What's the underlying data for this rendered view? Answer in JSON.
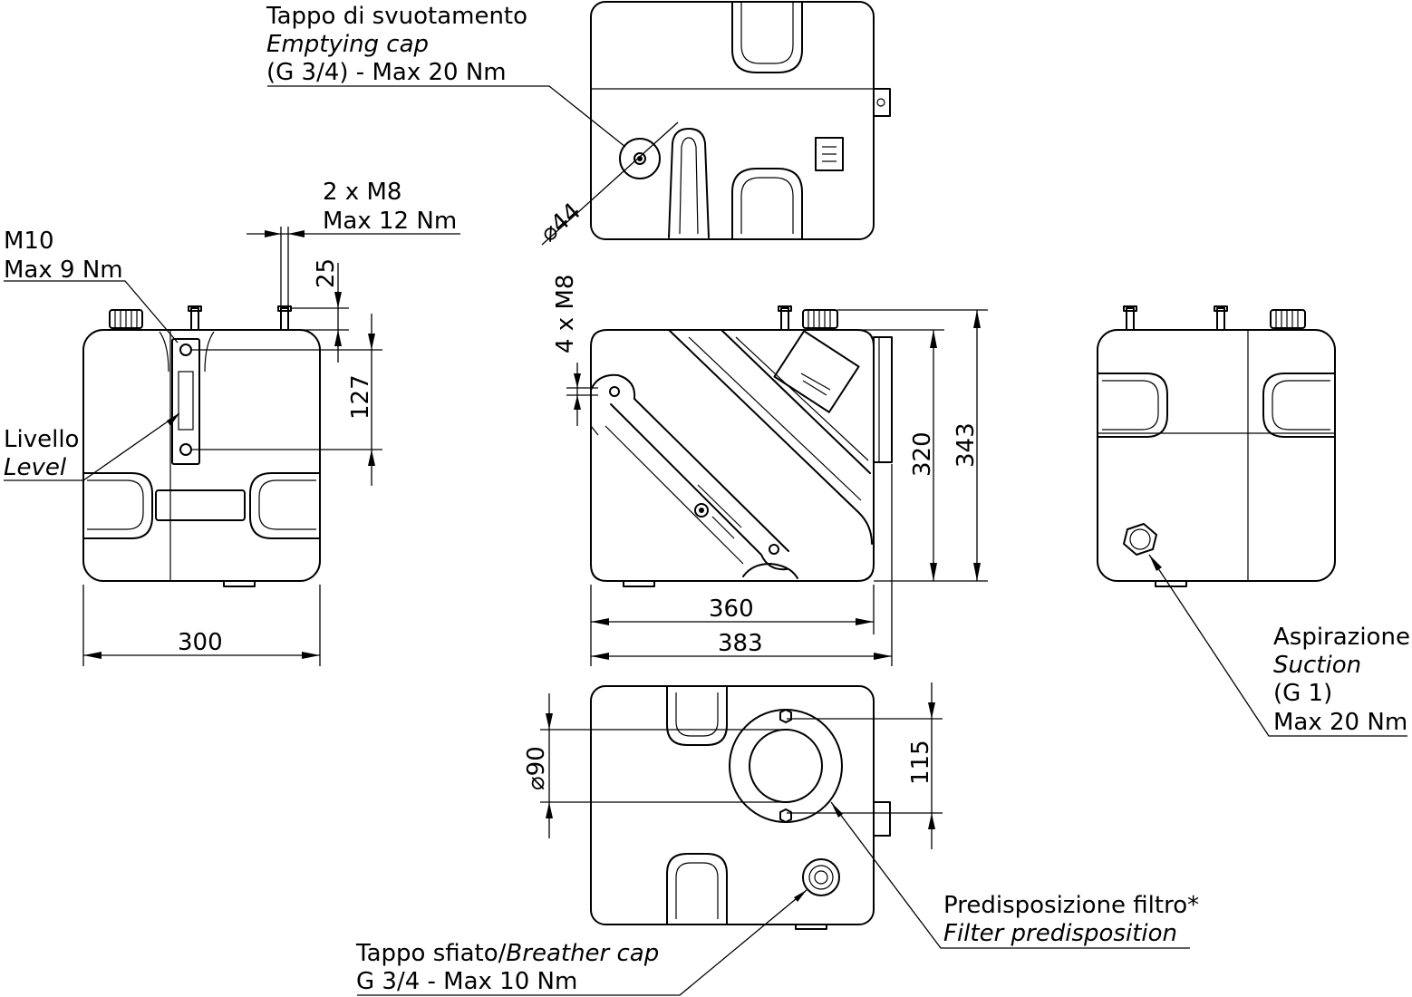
{
  "labels": {
    "emptying_cap": {
      "it": "Tappo di svuotamento",
      "en": "Emptying cap",
      "spec": "(G 3/4) - Max 20 Nm"
    },
    "m8_top": {
      "line1": "2 x M8",
      "line2": "Max 12 Nm"
    },
    "m10": {
      "line1": "M10",
      "line2": "Max 9 Nm"
    },
    "level": {
      "it": "Livello",
      "en": "Level"
    },
    "m8_side": "4 x M8",
    "suction": {
      "it": "Aspirazione",
      "en": "Suction",
      "spec": "(G 1)",
      "torque": "Max 20 Nm"
    },
    "filter": {
      "it": "Predisposizione filtro*",
      "en": "Filter predisposition"
    },
    "breather": {
      "it": "Tappo sfiato/",
      "en": "Breather cap",
      "spec": "G 3/4 - Max 10 Nm"
    }
  },
  "dimensions": {
    "dia_44": "44",
    "dim_25": "25",
    "dim_127": "127",
    "dim_300": "300",
    "dim_320": "320",
    "dim_343": "343",
    "dim_360": "360",
    "dim_383": "383",
    "dia_90": "90",
    "dim_115": "115"
  },
  "symbols": {
    "diameter": "⌀"
  },
  "colors": {
    "line": "#000000",
    "background": "#ffffff"
  }
}
